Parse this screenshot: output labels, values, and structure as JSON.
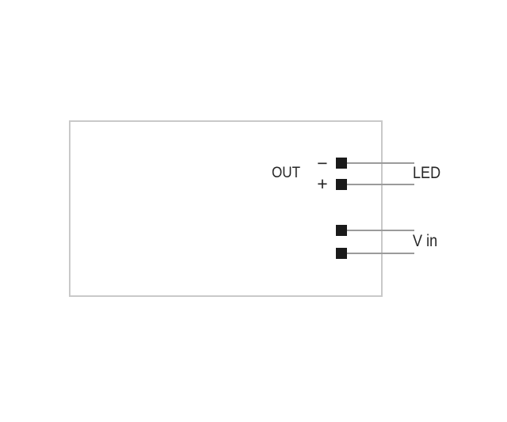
{
  "diagram": {
    "type": "device-wiring-diagram",
    "device": {
      "output_group_label": "OUT",
      "output_minus_label": "−",
      "output_plus_label": "+"
    },
    "connections": {
      "led_label": "LED",
      "vin_label": "V in"
    },
    "terminals": [
      {
        "id": "out-minus",
        "polarity": "−",
        "group": "OUT",
        "connects_to": "LED"
      },
      {
        "id": "out-plus",
        "polarity": "+",
        "group": "OUT",
        "connects_to": "LED"
      },
      {
        "id": "vin-top",
        "connects_to": "V in"
      },
      {
        "id": "vin-bottom",
        "connects_to": "V in"
      }
    ],
    "colors": {
      "background": "#ffffff",
      "outline": "#c9c9c9",
      "wire": "#9b9b9b",
      "pad": "#1a1a1a",
      "text": "#262626"
    }
  }
}
